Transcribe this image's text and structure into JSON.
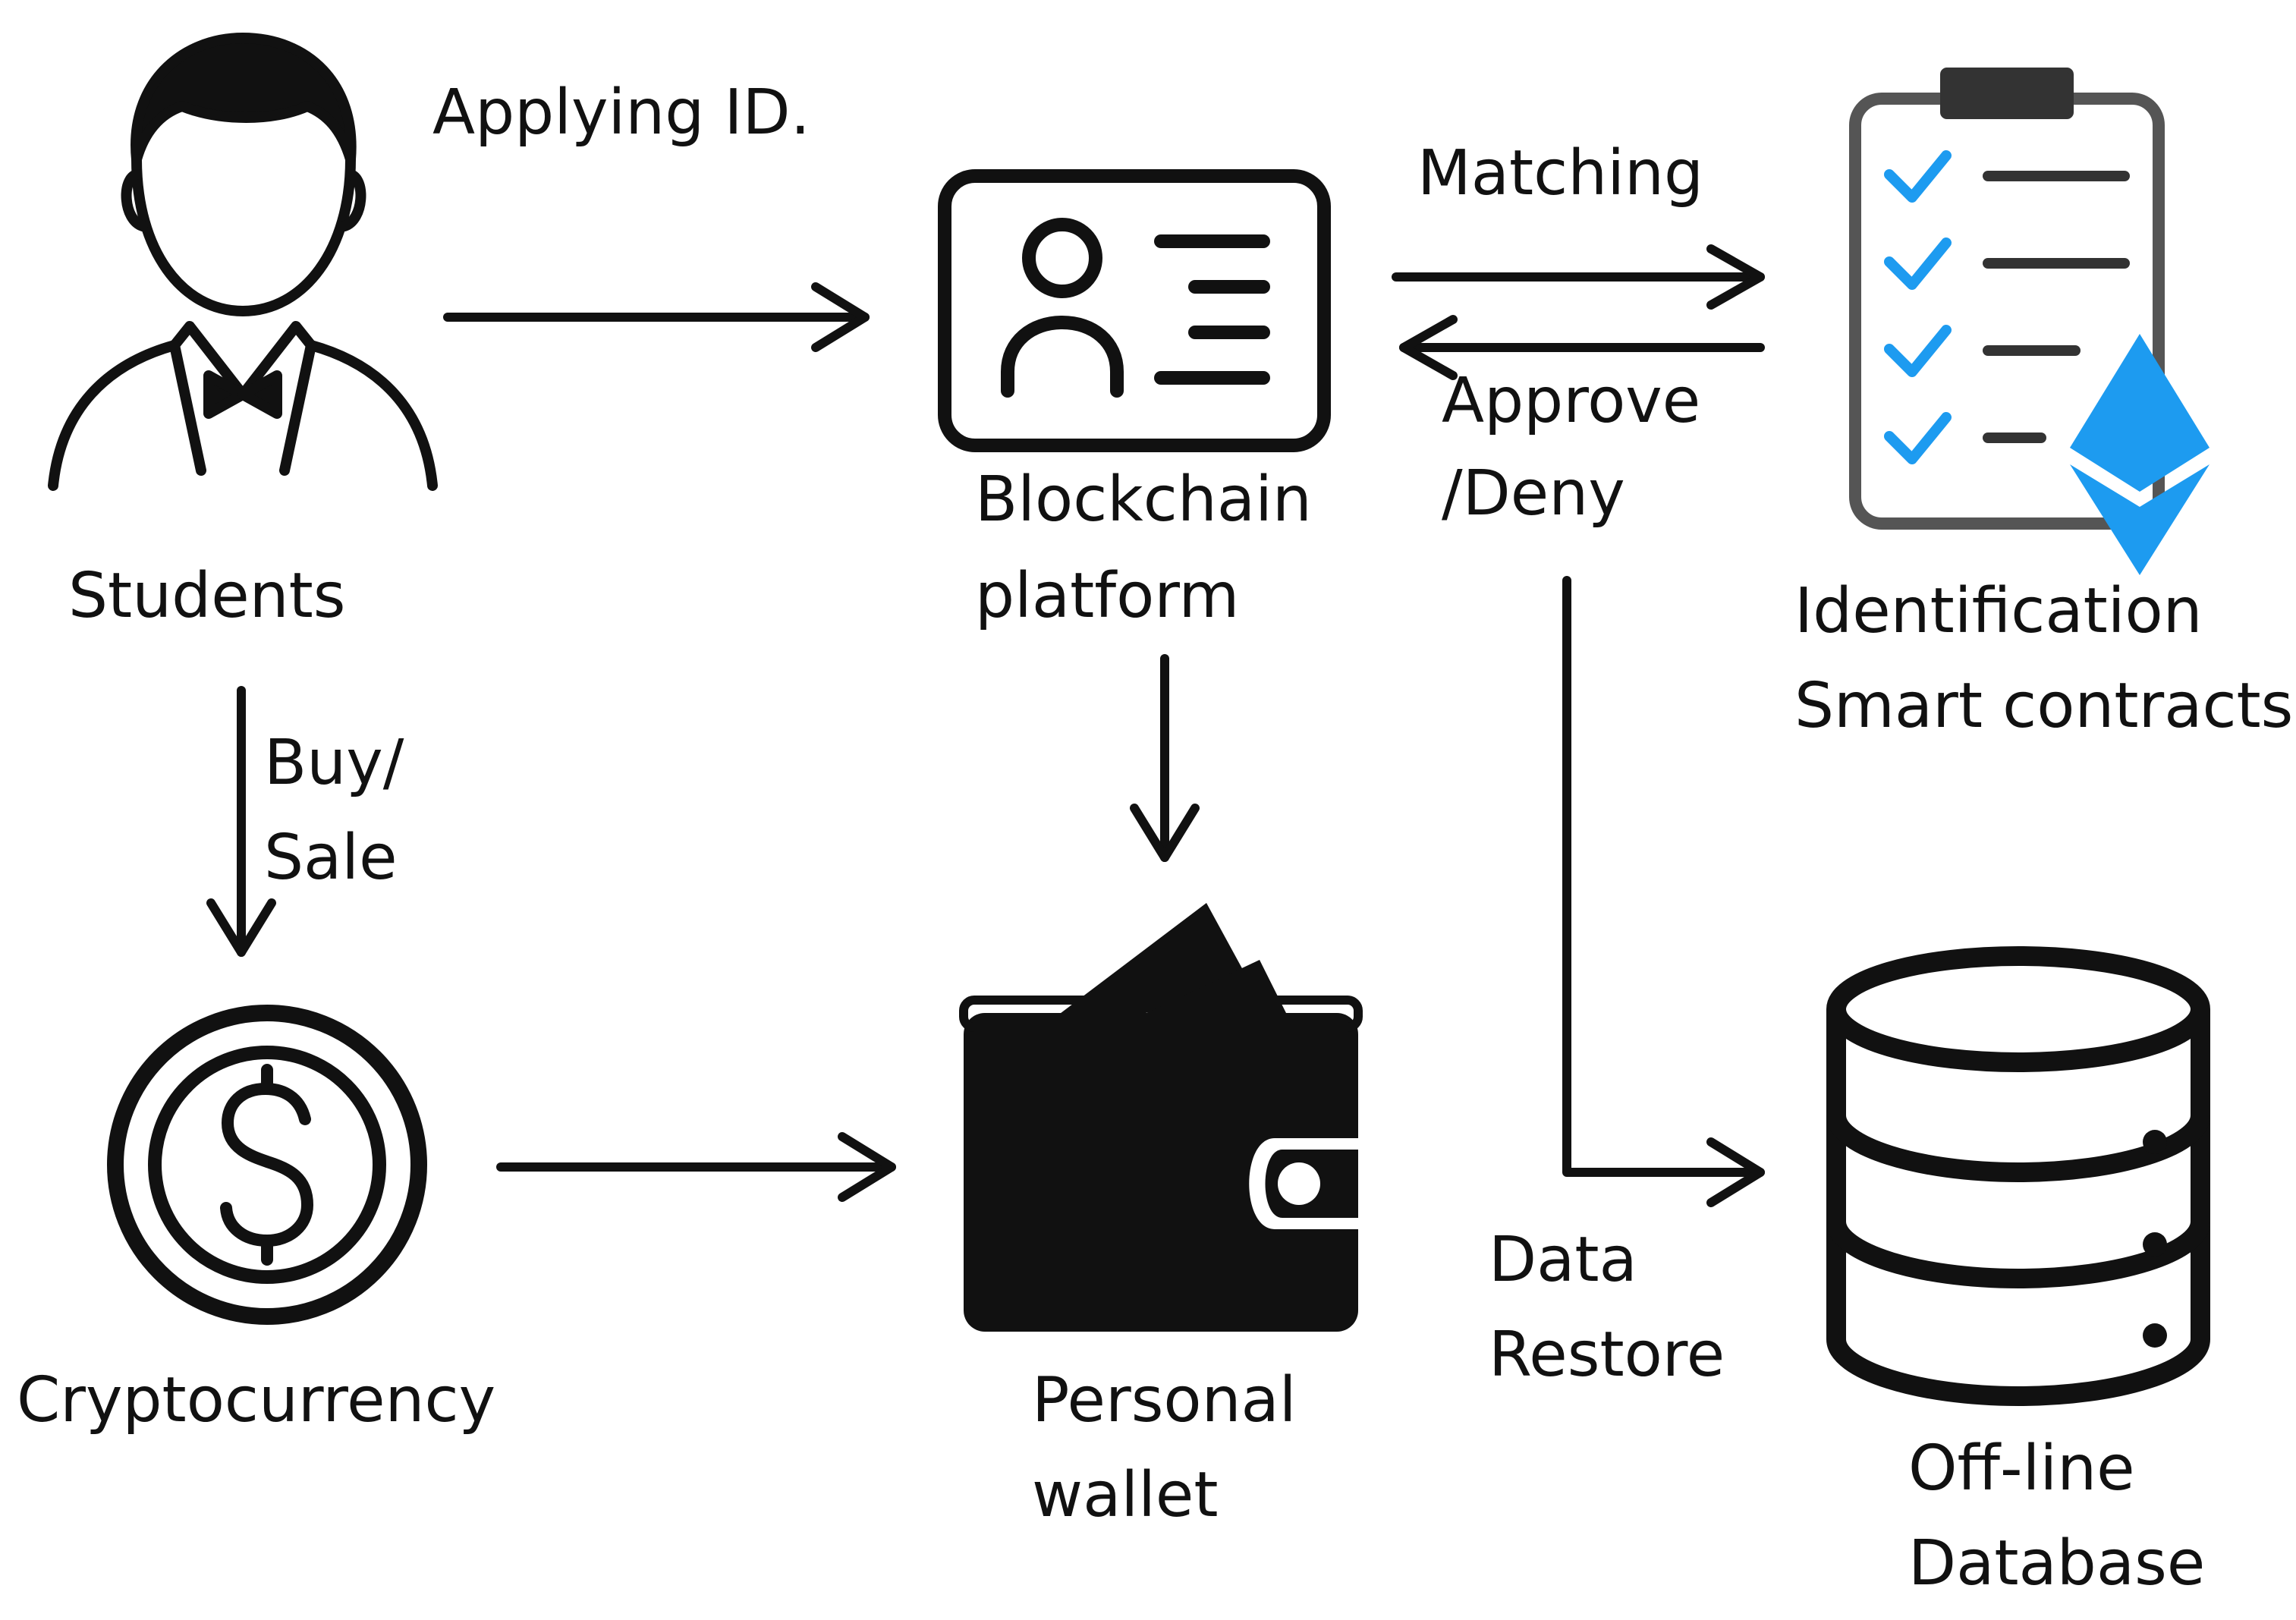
{
  "nodes": {
    "students": {
      "label": "Students"
    },
    "blockchain": {
      "line1": "Blockchain",
      "line2": "platform"
    },
    "identification": {
      "line1": "Identification",
      "line2": "Smart contracts"
    },
    "cryptocurrency": {
      "label": "Cryptocurrency"
    },
    "wallet": {
      "line1": "Personal",
      "line2": "wallet"
    },
    "database": {
      "line1": "Off-line",
      "line2": "Database"
    }
  },
  "edges": {
    "applying": "Applying ID.",
    "matching": "Matching",
    "approve_line1": "Approve",
    "approve_line2": "/Deny",
    "buy_line1": "Buy/",
    "buy_line2": "Sale",
    "restore_line1": "Data",
    "restore_line2": "Restore"
  },
  "colors": {
    "ink": "#111111",
    "accent": "#1d9bf0"
  },
  "icons": [
    "student-icon",
    "id-card-icon",
    "checklist-icon",
    "ethereum-icon",
    "coin-icon",
    "wallet-icon",
    "database-icon"
  ]
}
